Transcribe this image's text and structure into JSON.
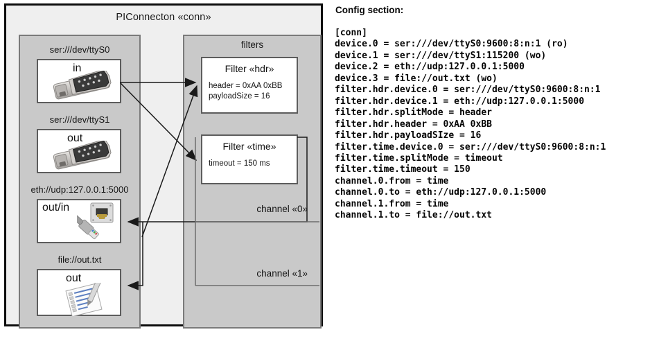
{
  "diagram": {
    "title": "PIConnecton «conn»",
    "devices_panel": {
      "name": "devices",
      "items": [
        {
          "caption": "ser:///dev/ttyS0",
          "direction": "in",
          "icon": "serial-port-db9-icon"
        },
        {
          "caption": "ser:///dev/ttyS1",
          "direction": "out",
          "icon": "serial-port-db9-icon"
        },
        {
          "caption": "eth://udp:127.0.0.1:5000",
          "direction": "out/in",
          "icon": "ethernet-socket-icon"
        },
        {
          "caption": "file://out.txt",
          "direction": "out",
          "icon": "text-file-edit-icon"
        }
      ]
    },
    "filters_panel": {
      "title": "filters",
      "filters": [
        {
          "title": "Filter «hdr»",
          "props": [
            "header = 0xAA 0xBB",
            "payloadSize = 16"
          ]
        },
        {
          "title": "Filter «time»",
          "props": [
            "timeout = 150 ms"
          ]
        }
      ],
      "channels": [
        {
          "label": "channel «0»"
        },
        {
          "label": "channel «1»"
        }
      ]
    }
  },
  "config": {
    "heading": "Config section:",
    "lines": [
      "[conn]",
      "device.0 = ser:///dev/ttyS0:9600:8:n:1 (ro)",
      "device.1 = ser:///dev/ttyS1:115200 (wo)",
      "device.2 = eth://udp:127.0.0.1:5000",
      "device.3 = file://out.txt (wo)",
      "filter.hdr.device.0 = ser:///dev/ttyS0:9600:8:n:1",
      "filter.hdr.device.1 = eth://udp:127.0.0.1:5000",
      "filter.hdr.splitMode = header",
      "filter.hdr.header = 0xAA 0xBB",
      "filter.hdr.payloadSIze = 16",
      "filter.time.device.0 = ser:///dev/ttyS0:9600:8:n:1",
      "filter.time.splitMode = timeout",
      "filter.time.timeout = 150",
      "channel.0.from = time",
      "channel.0.to = eth://udp:127.0.0.1:5000",
      "channel.1.from = time",
      "channel.1.to = file://out.txt"
    ]
  },
  "colors": {
    "outer_frame_bg": "#efefef",
    "panel_bg": "#c9c9c9",
    "box_bg": "#ffffff",
    "frame_border": "#0d0d0d",
    "panel_border": "#7a7a7a",
    "box_border": "#5d5d5d",
    "edge_stroke": "#1a1a1a"
  }
}
